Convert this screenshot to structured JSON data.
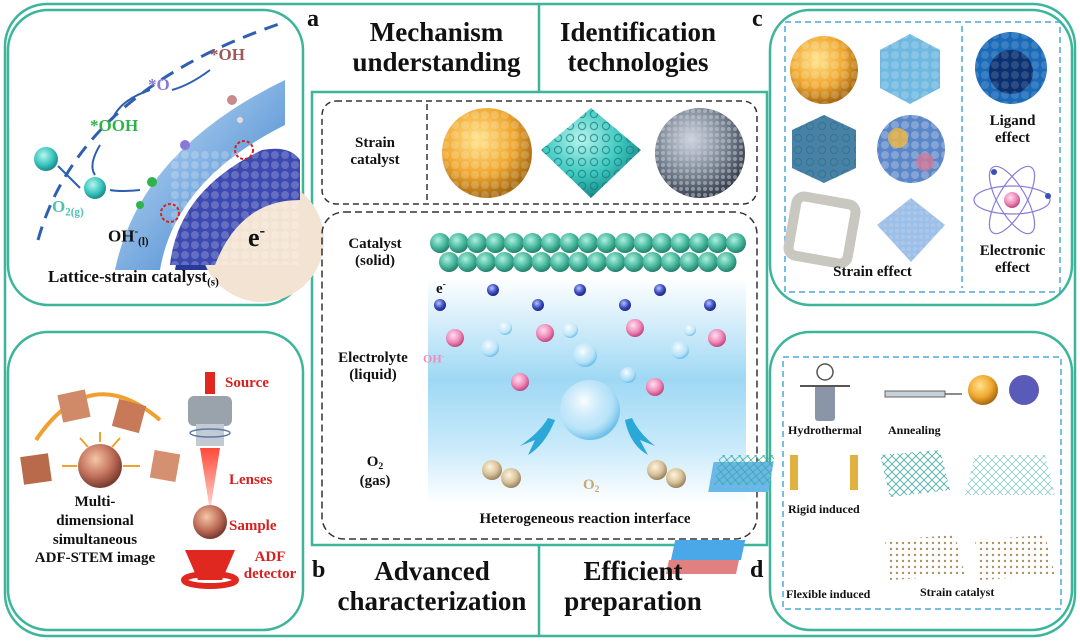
{
  "panel_letters": {
    "a": "a",
    "b": "b",
    "c": "c",
    "d": "d"
  },
  "quadrants": {
    "mechanism": {
      "line1": "Mechanism",
      "line2": "understanding"
    },
    "identification": {
      "line1": "Identification",
      "line2": "technologies"
    },
    "advanced": {
      "line1": "Advanced",
      "line2": "characterization"
    },
    "efficient": {
      "line1": "Efficient",
      "line2": "preparation"
    }
  },
  "panel_a": {
    "oh_star": "*OH",
    "o_star": "*O",
    "ooh_star": "*OOH",
    "o2g": {
      "base": "O",
      "sub": "2(g)"
    },
    "oh_minus": {
      "base": "OH",
      "sup": "-",
      "sub": "(l)"
    },
    "electron": {
      "base": "e",
      "sup": "-"
    },
    "caption": {
      "base": "Lattice-strain catalyst",
      "sub": "(s)"
    }
  },
  "center": {
    "strain_catalyst": {
      "line1": "Strain",
      "line2": "catalyst"
    },
    "catalyst_solid": {
      "line1": "Catalyst",
      "line2": "(solid)"
    },
    "electron": {
      "base": "e",
      "sup": "-"
    },
    "electrolyte": {
      "line1": "Electrolyte",
      "line2": "(liquid)"
    },
    "oh_minus": {
      "base": "OH",
      "sup": "-"
    },
    "o2_gas": {
      "base": "O",
      "sub": "2",
      "line2": "(gas)"
    },
    "o2_label": {
      "base": "O",
      "sub": "2"
    },
    "interface": "Heterogeneous reaction interface"
  },
  "panel_c": {
    "strain_effect": "Strain effect",
    "ligand_effect": {
      "line1": "Ligand",
      "line2": "effect"
    },
    "electronic_effect": {
      "line1": "Electronic",
      "line2": "effect"
    }
  },
  "panel_b": {
    "source": "Source",
    "lenses": "Lenses",
    "sample": "Sample",
    "adf_detector": {
      "line1": "ADF",
      "line2": "detector"
    },
    "multi": {
      "line1": "Multi-",
      "line2": "dimensional",
      "line3": "simultaneous",
      "line4": "ADF-STEM image"
    }
  },
  "panel_d": {
    "hydrothermal": "Hydrothermal",
    "annealing": "Annealing",
    "rigid_induced": "Rigid induced",
    "flexible_induced": "Flexible induced",
    "strain_catalyst": "Strain catalyst"
  },
  "colors": {
    "frame": "#3cb59a",
    "dashed_box": "#4aa8d8",
    "label_red": "#d8201f",
    "teal_atom": "#4fc3b0",
    "ooh_green": "#2fb34a",
    "o_purple": "#8a7ad6",
    "oh_brown": "#9a5a5a"
  }
}
